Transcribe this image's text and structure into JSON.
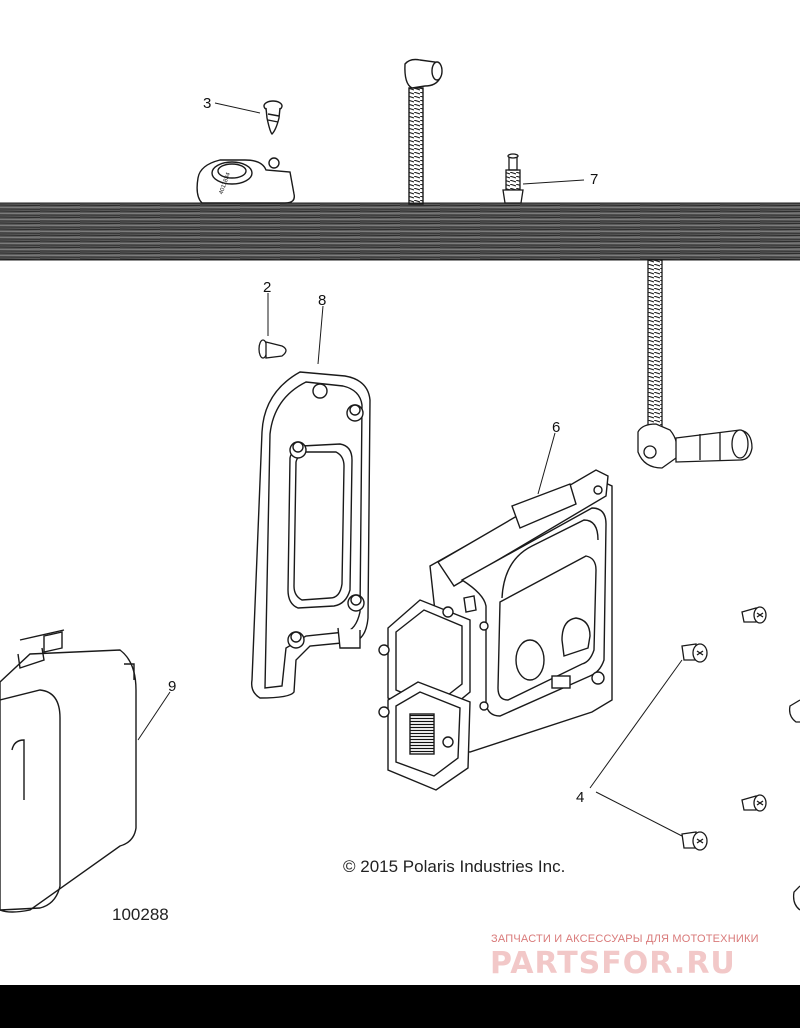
{
  "callouts": [
    "3",
    "7",
    "2",
    "8",
    "6",
    "9",
    "4"
  ],
  "copyright": "© 2015 Polaris Industries Inc.",
  "figure_number": "100288",
  "watermark": {
    "tagline": "ЗАПЧАСТИ И АКСЕССУАРЫ ДЛЯ МОТОТЕХНИКИ",
    "logo": "PARTSFOR.RU"
  },
  "colors": {
    "line": "#1a1a1a",
    "frame": "#4a4a4a",
    "watermark": "#d97a7a"
  }
}
